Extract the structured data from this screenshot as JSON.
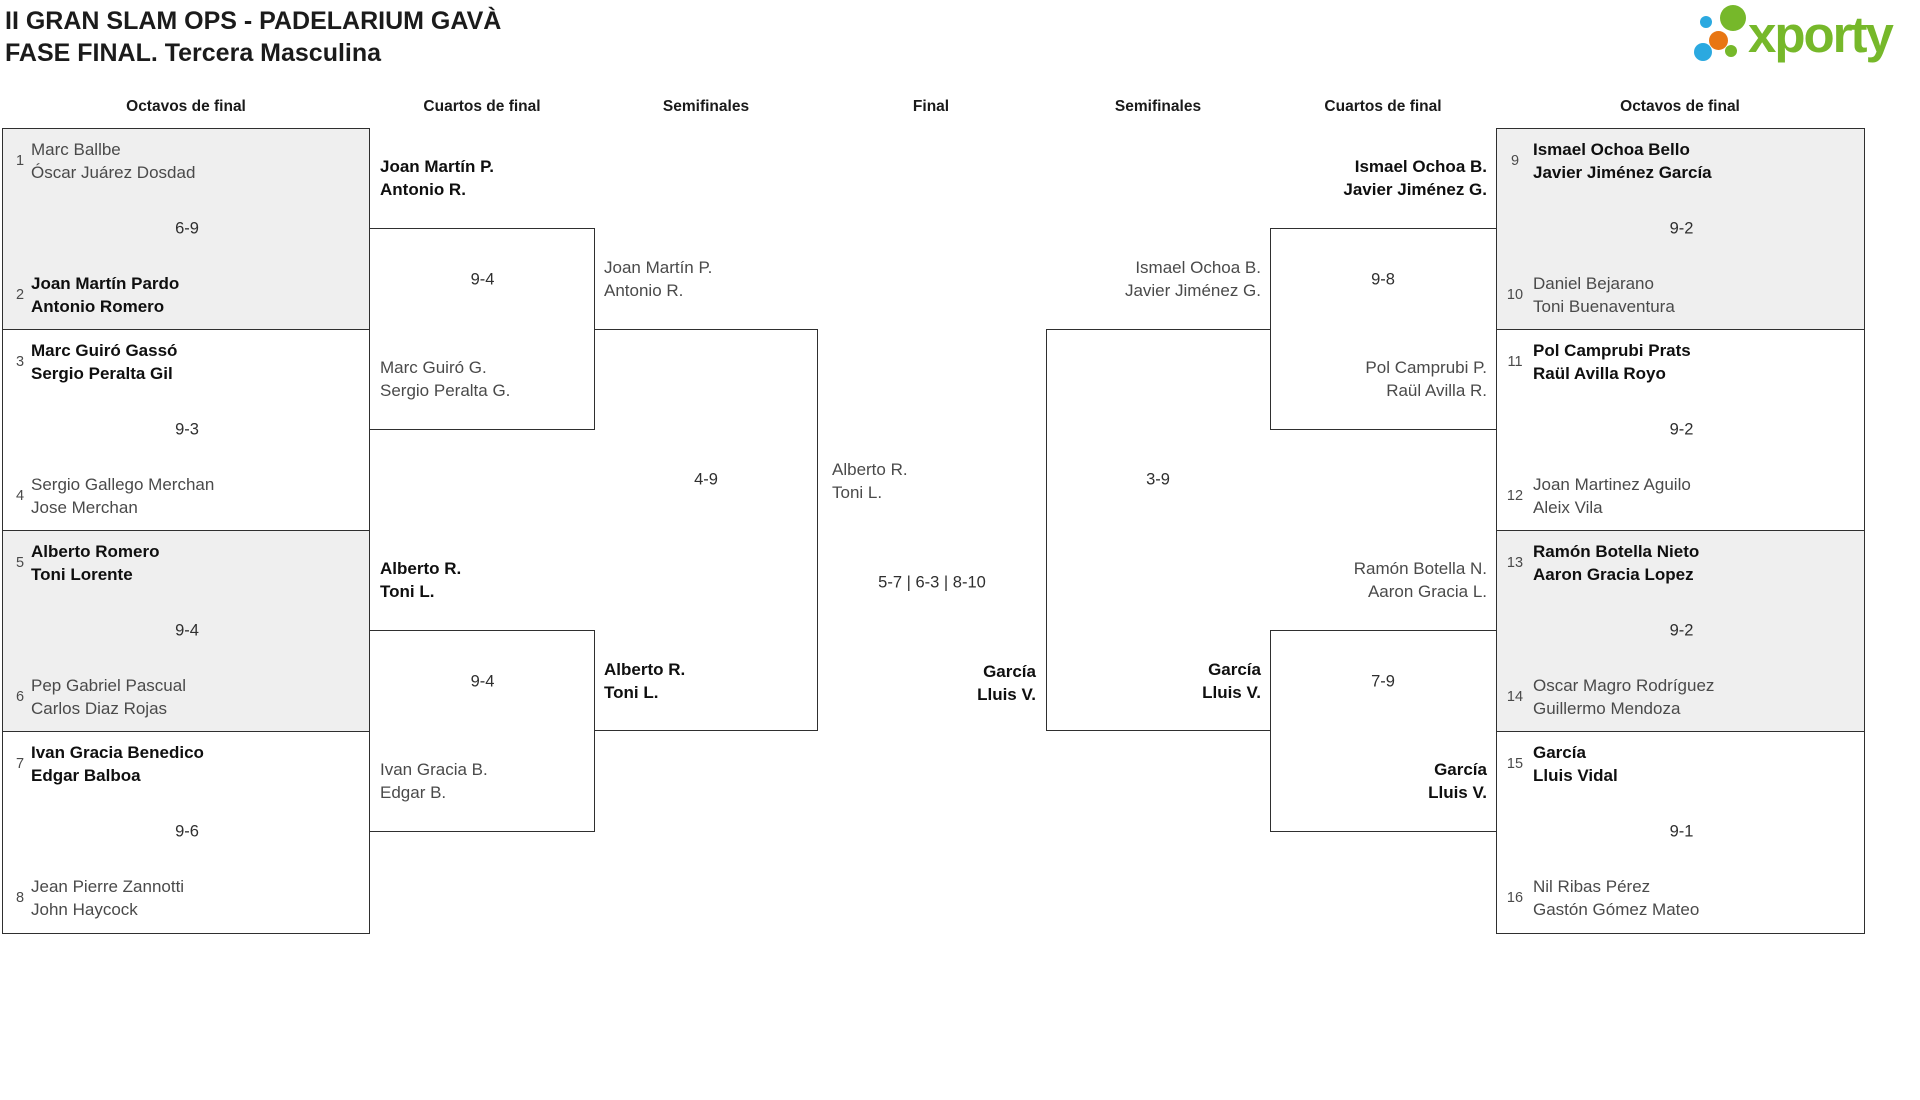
{
  "header": {
    "title_line1": "II GRAN SLAM OPS - PADELARIUM GAVÀ",
    "title_line2": "FASE FINAL. Tercera Masculina"
  },
  "logo": {
    "wordmark": "xporty"
  },
  "round_headers": [
    "Octavos de final",
    "Cuartos de final",
    "Semifinales",
    "Final",
    "Semifinales",
    "Cuartos de final",
    "Octavos de final"
  ],
  "bracket": {
    "r16": [
      {
        "side": "left",
        "slot": 0,
        "shaded": true,
        "score": "6-9",
        "teams": [
          {
            "seed": "1",
            "lines": [
              "Marc Ballbe",
              "Óscar Juárez Dosdad"
            ],
            "winner": false
          },
          {
            "seed": "2",
            "lines": [
              "Joan Martín Pardo",
              "Antonio Romero"
            ],
            "winner": true
          }
        ]
      },
      {
        "side": "left",
        "slot": 1,
        "shaded": false,
        "score": "9-3",
        "teams": [
          {
            "seed": "3",
            "lines": [
              "Marc Guiró Gassó",
              "Sergio Peralta Gil"
            ],
            "winner": true
          },
          {
            "seed": "4",
            "lines": [
              "Sergio Gallego Merchan",
              "Jose Merchan"
            ],
            "winner": false
          }
        ]
      },
      {
        "side": "left",
        "slot": 2,
        "shaded": true,
        "score": "9-4",
        "teams": [
          {
            "seed": "5",
            "lines": [
              "Alberto Romero",
              "Toni Lorente"
            ],
            "winner": true
          },
          {
            "seed": "6",
            "lines": [
              "Pep Gabriel Pascual",
              "Carlos Diaz Rojas"
            ],
            "winner": false
          }
        ]
      },
      {
        "side": "left",
        "slot": 3,
        "shaded": false,
        "score": "9-6",
        "teams": [
          {
            "seed": "7",
            "lines": [
              "Ivan Gracia Benedico",
              "Edgar Balboa"
            ],
            "winner": true
          },
          {
            "seed": "8",
            "lines": [
              "Jean Pierre Zannotti",
              "John Haycock"
            ],
            "winner": false
          }
        ]
      },
      {
        "side": "right",
        "slot": 0,
        "shaded": true,
        "score": "9-2",
        "teams": [
          {
            "seed": "9",
            "lines": [
              "Ismael Ochoa Bello",
              "Javier Jiménez García"
            ],
            "winner": true
          },
          {
            "seed": "10",
            "lines": [
              "Daniel Bejarano",
              "Toni Buenaventura"
            ],
            "winner": false
          }
        ]
      },
      {
        "side": "right",
        "slot": 1,
        "shaded": false,
        "score": "9-2",
        "teams": [
          {
            "seed": "11",
            "lines": [
              "Pol Camprubi Prats",
              "Raül Avilla Royo"
            ],
            "winner": true
          },
          {
            "seed": "12",
            "lines": [
              "Joan Martinez Aguilo",
              "Aleix Vila"
            ],
            "winner": false
          }
        ]
      },
      {
        "side": "right",
        "slot": 2,
        "shaded": true,
        "score": "9-2",
        "teams": [
          {
            "seed": "13",
            "lines": [
              "Ramón Botella Nieto",
              "Aaron Gracia Lopez"
            ],
            "winner": true
          },
          {
            "seed": "14",
            "lines": [
              "Oscar Magro Rodríguez",
              "Guillermo Mendoza"
            ],
            "winner": false
          }
        ]
      },
      {
        "side": "right",
        "slot": 3,
        "shaded": false,
        "score": "9-1",
        "teams": [
          {
            "seed": "15",
            "lines": [
              "García",
              "Lluis Vidal"
            ],
            "winner": true
          },
          {
            "seed": "16",
            "lines": [
              "Nil Ribas Pérez",
              "Gastón Gómez Mateo"
            ],
            "winner": false
          }
        ]
      }
    ],
    "qf": [
      {
        "side": "left",
        "slot": 0,
        "score": "9-4",
        "teams": [
          {
            "lines": [
              "Joan Martín P.",
              "Antonio R."
            ],
            "winner": true
          },
          {
            "lines": [
              "Marc Guiró G.",
              "Sergio Peralta G."
            ],
            "winner": false
          }
        ]
      },
      {
        "side": "left",
        "slot": 1,
        "score": "9-4",
        "teams": [
          {
            "lines": [
              "Alberto R.",
              "Toni L."
            ],
            "winner": true
          },
          {
            "lines": [
              "Ivan Gracia B.",
              "Edgar B."
            ],
            "winner": false
          }
        ]
      },
      {
        "side": "right",
        "slot": 0,
        "score": "9-8",
        "teams": [
          {
            "lines": [
              "Ismael Ochoa B.",
              "Javier Jiménez G."
            ],
            "winner": true
          },
          {
            "lines": [
              "Pol Camprubi P.",
              "Raül Avilla R."
            ],
            "winner": false
          }
        ]
      },
      {
        "side": "right",
        "slot": 1,
        "score": "7-9",
        "teams": [
          {
            "lines": [
              "Ramón Botella N.",
              "Aaron Gracia L."
            ],
            "winner": false
          },
          {
            "lines": [
              "García",
              "Lluis V."
            ],
            "winner": true
          }
        ]
      }
    ],
    "sf": [
      {
        "side": "left",
        "score": "4-9",
        "teams": [
          {
            "lines": [
              "Joan Martín P.",
              "Antonio R."
            ],
            "winner": false
          },
          {
            "lines": [
              "Alberto R.",
              "Toni L."
            ],
            "winner": true
          }
        ]
      },
      {
        "side": "right",
        "score": "3-9",
        "teams": [
          {
            "lines": [
              "Ismael Ochoa B.",
              "Javier Jiménez G."
            ],
            "winner": false
          },
          {
            "lines": [
              "García",
              "Lluis V."
            ],
            "winner": true
          }
        ]
      }
    ],
    "final": {
      "score": "5-7 | 6-3 | 8-10",
      "teams": [
        {
          "lines": [
            "Alberto R.",
            "Toni L."
          ],
          "winner": false
        },
        {
          "lines": [
            "García",
            "Lluis V."
          ],
          "winner": true
        }
      ]
    }
  }
}
